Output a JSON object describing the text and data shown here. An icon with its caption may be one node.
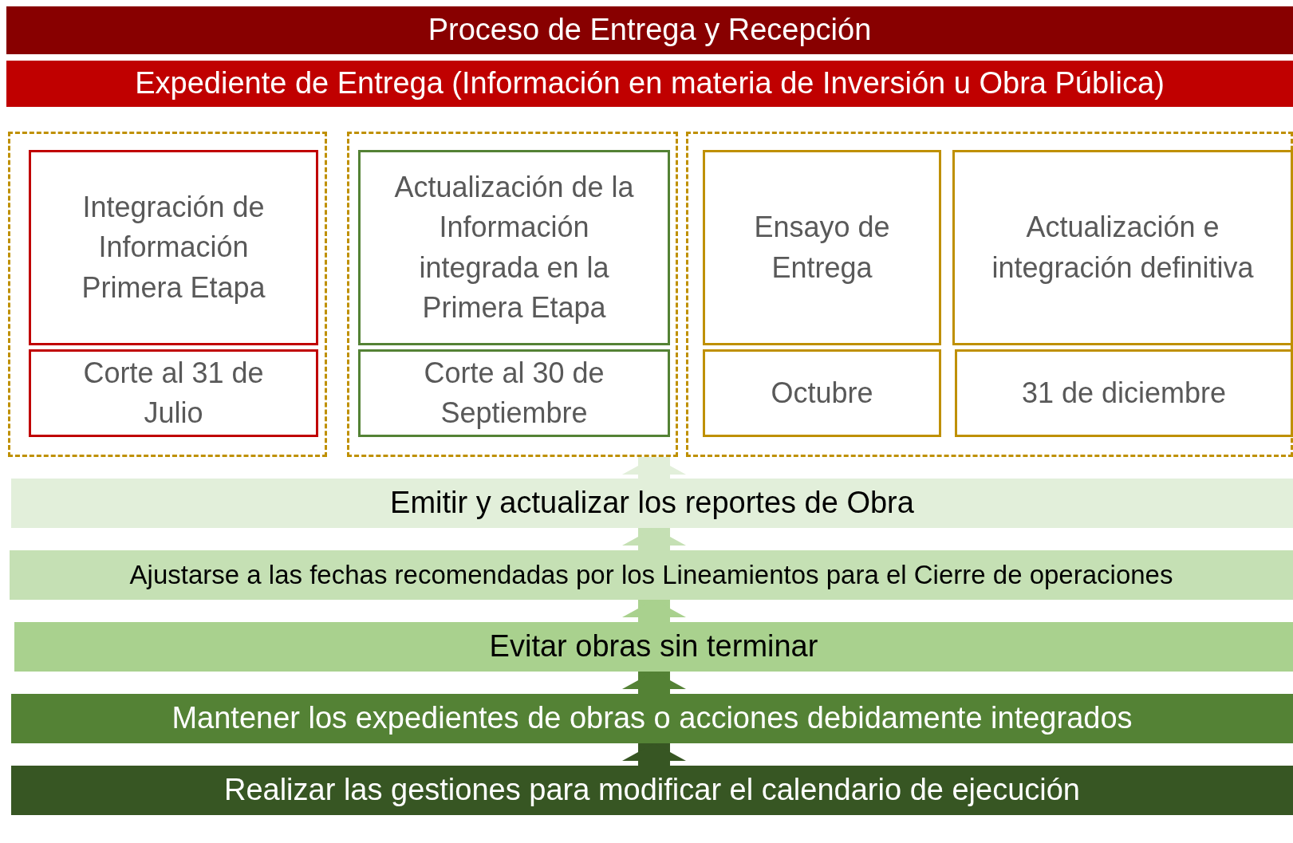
{
  "diagram": {
    "nodes": [
      {
        "text": [
          "Proceso de Entrega y Recepción"
        ]
      },
      {
        "text": [
          "Expediente de Entrega (Información en materia de Inversión u Obra Pública)"
        ]
      },
      {
        "text": [],
        "shape": "box"
      },
      {
        "text": [
          "Integración de Información Primera Etapa"
        ],
        "in": 2
      },
      {
        "text": [
          "Corte al 31 de Julio"
        ],
        "in": 2
      },
      {
        "text": [],
        "shape": "box"
      },
      {
        "text": [
          "Actualización de la Información integrada en la Primera Etapa"
        ],
        "in": 5
      },
      {
        "text": [
          "Corte al 30 de Septiembre"
        ],
        "in": 5
      },
      {
        "text": [],
        "shape": "box"
      },
      {
        "text": [
          "Ensayo de Entrega"
        ],
        "in": 8
      },
      {
        "text": [
          "Actualización e integración definitiva"
        ],
        "in": 8
      },
      {
        "text": [
          "Octubre"
        ],
        "in": 8
      },
      {
        "text": [
          "31 de diciembre"
        ],
        "in": 8
      },
      {
        "text": [
          "Emitir y actualizar los reportes de Obra"
        ]
      },
      {
        "text": [
          "Ajustarse a las fechas recomendadas por los Lineamientos para el Cierre de operaciones"
        ]
      },
      {
        "text": [
          "Evitar obras sin terminar"
        ]
      },
      {
        "text": [
          "Mantener los expedientes de obras o acciones debidamente integrados"
        ]
      },
      {
        "text": [
          "Realizar las gestiones para modificar el calendario de ejecución"
        ]
      }
    ],
    "edges": [
      {
        "from": 17,
        "to": 16,
        "arrow": "to",
        "color": "#375623"
      },
      {
        "from": 16,
        "to": 15,
        "arrow": "to",
        "color": "#548235"
      },
      {
        "from": 15,
        "to": 14,
        "arrow": "to",
        "color": "#a9d18e"
      },
      {
        "from": 14,
        "to": 13,
        "arrow": "to",
        "color": "#c5e0b4"
      },
      {
        "from": 13,
        "to": 5,
        "arrow": "to",
        "color": "#e2efda"
      }
    ]
  }
}
